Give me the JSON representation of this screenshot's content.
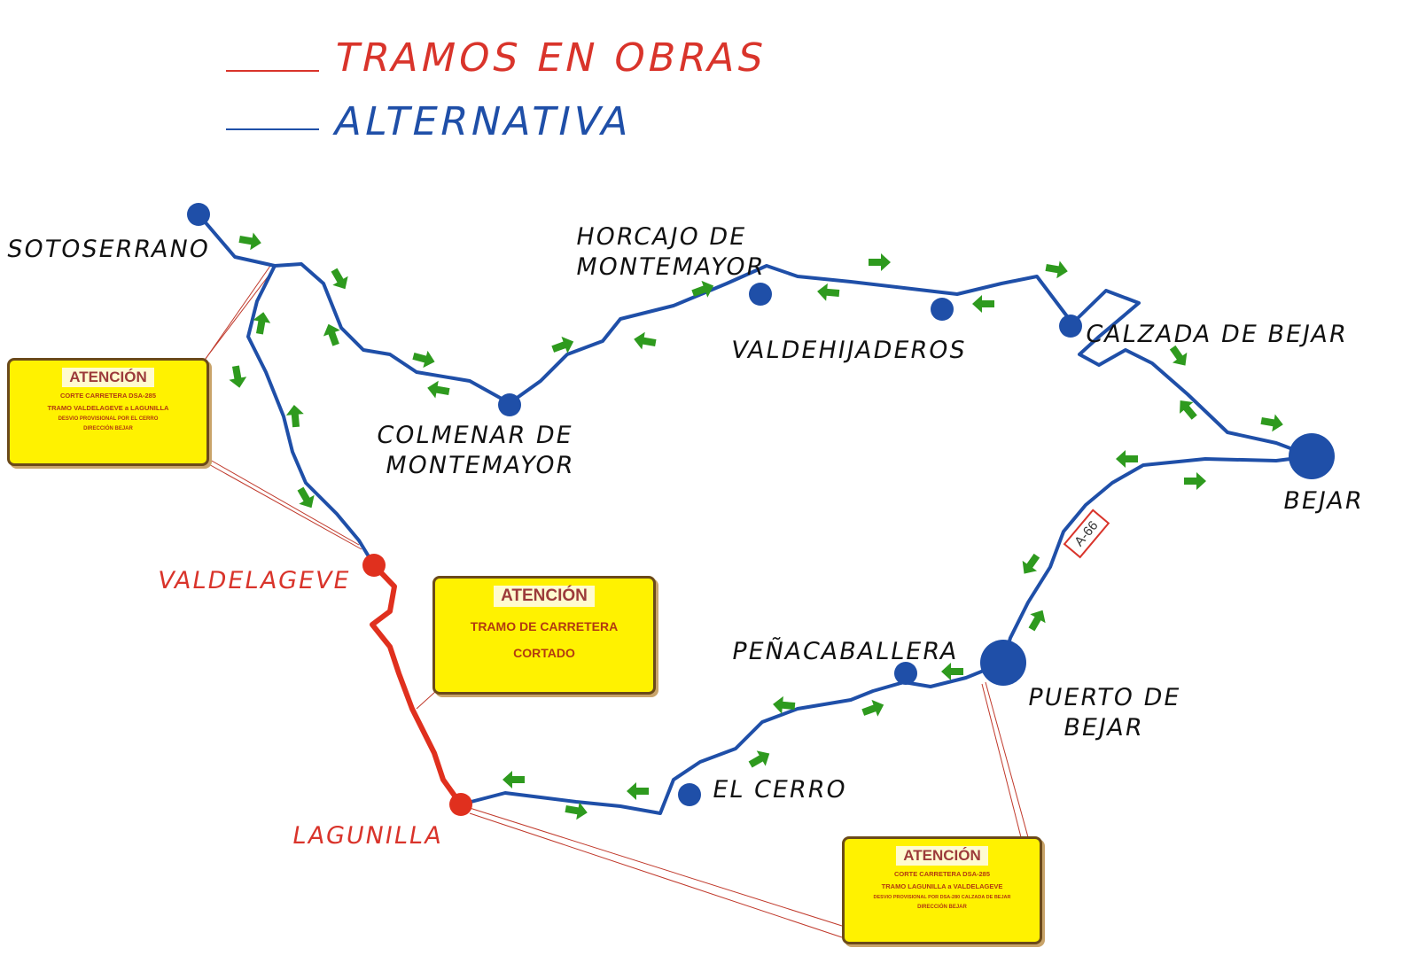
{
  "legend": {
    "works_label": "TRAMOS EN OBRAS",
    "works_color": "#d9342b",
    "alt_label": "ALTERNATIVA",
    "alt_color": "#1f4fa8"
  },
  "places": {
    "sotoserrano": "SOTOSERRANO",
    "horcajo_1": "HORCAJO DE",
    "horcajo_2": "MONTEMAYOR",
    "colmenar_1": "COLMENAR DE",
    "colmenar_2": "MONTEMAYOR",
    "valdehijaderos": "VALDEHIJADEROS",
    "calzada": "CALZADA DE BEJAR",
    "bejar": "BEJAR",
    "valdelageve": "VALDELAGEVE",
    "lagunilla": "LAGUNILLA",
    "penacaballera": "PEÑACABALLERA",
    "puerto_1": "PUERTO DE",
    "puerto_2": "BEJAR",
    "el_cerro": "EL CERRO"
  },
  "road_sign": "A-66",
  "arrow_color": "#2e9a1e",
  "notices": [
    {
      "title": "ATENCIÓN",
      "lines": [
        "CORTE CARRETERA DSA-285",
        "TRAMO VALDELAGEVE a LAGUNILLA",
        "DESVIO PROVISIONAL POR EL CERRO",
        "DIRECCIÓN BEJAR"
      ]
    },
    {
      "title": "ATENCIÓN",
      "lines": [
        "TRAMO DE CARRETERA",
        "CORTADO"
      ]
    },
    {
      "title": "ATENCIÓN",
      "lines": [
        "CORTE CARRETERA DSA-285",
        "TRAMO LAGUNILLA a VALDELAGEVE",
        "DESVIO PROVISIONAL POR DSA-280 CALZADA DE BEJAR",
        "DIRECCIÓN BEJAR"
      ]
    }
  ]
}
